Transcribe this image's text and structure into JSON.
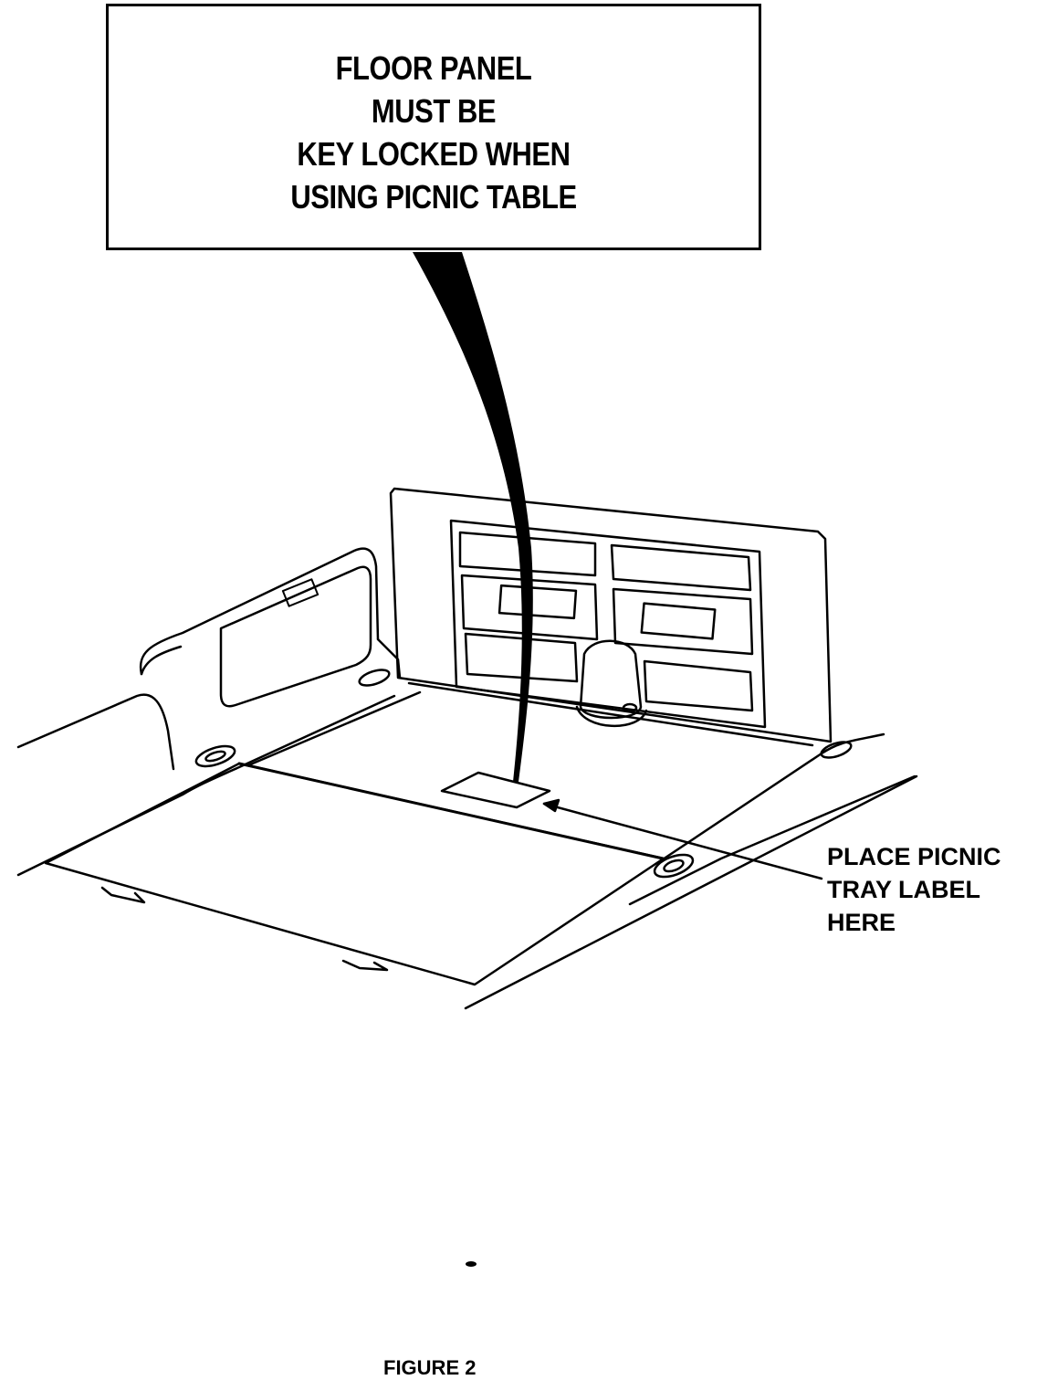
{
  "callout": {
    "lines": [
      "FLOOR PANEL",
      "MUST BE",
      "KEY LOCKED WHEN",
      "USING PICNIC TABLE"
    ]
  },
  "tray_label": {
    "lines": [
      "PLACE PICNIC",
      "TRAY LABEL",
      "HERE"
    ]
  },
  "caption": "FIGURE 2",
  "colors": {
    "ink": "#000000",
    "paper": "#ffffff"
  }
}
